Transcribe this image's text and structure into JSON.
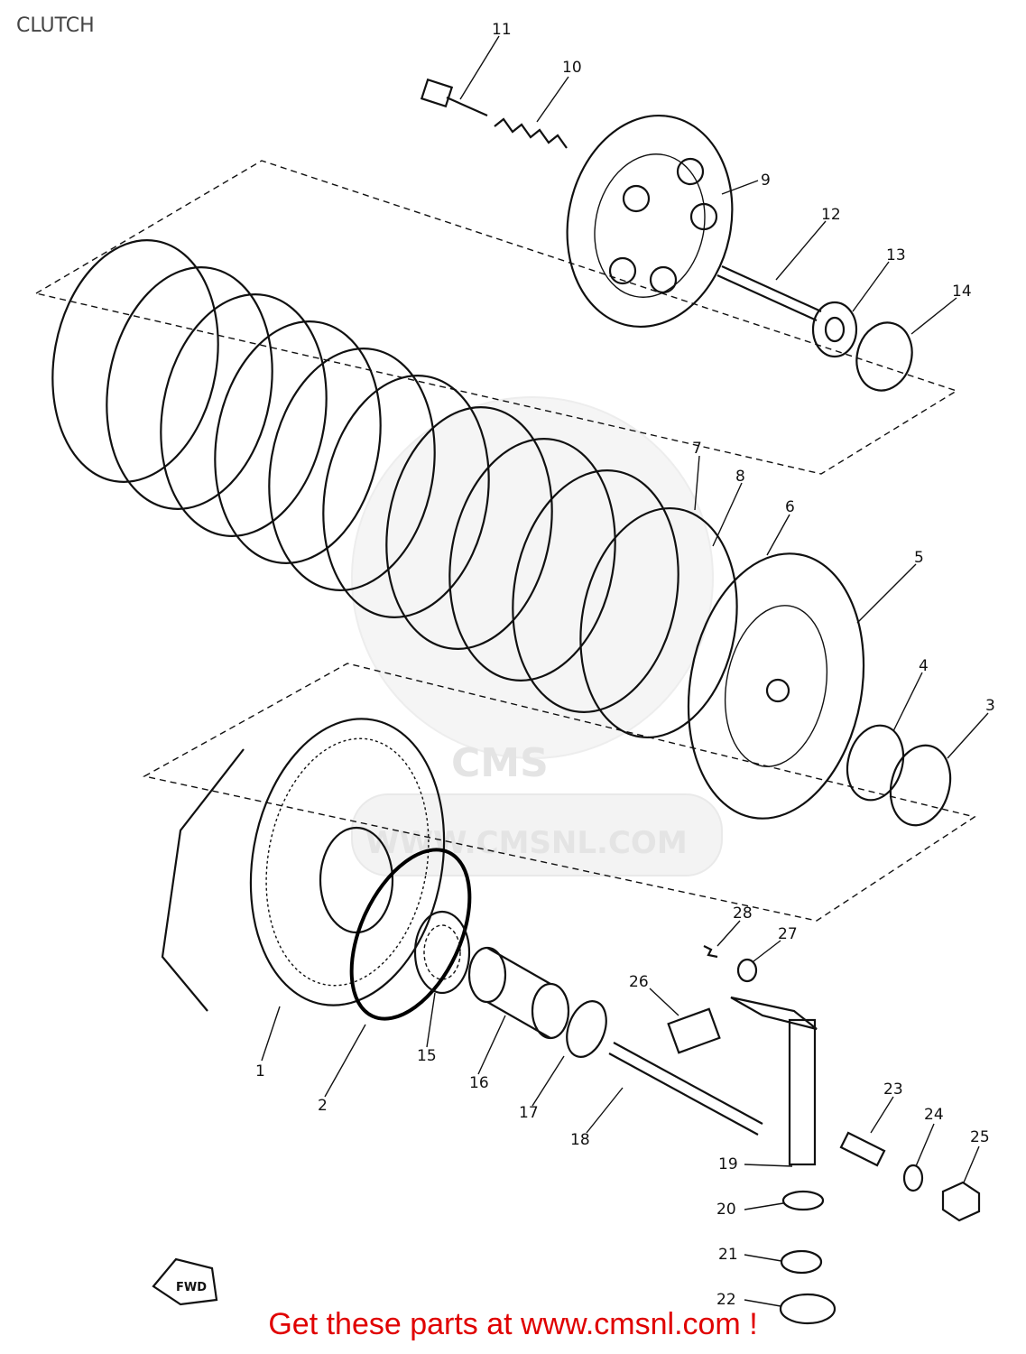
{
  "title": "CLUTCH",
  "banner": "Get these parts at www.cmsnl.com !",
  "watermark": {
    "logo": "CMS",
    "url": "WWW.CMSNL.COM"
  },
  "fwd_label": "FWD",
  "callouts": [
    "1",
    "2",
    "3",
    "4",
    "5",
    "6",
    "7",
    "8",
    "9",
    "10",
    "11",
    "12",
    "13",
    "14",
    "15",
    "16",
    "17",
    "18",
    "19",
    "20",
    "21",
    "22",
    "23",
    "24",
    "25",
    "26",
    "27",
    "28"
  ]
}
